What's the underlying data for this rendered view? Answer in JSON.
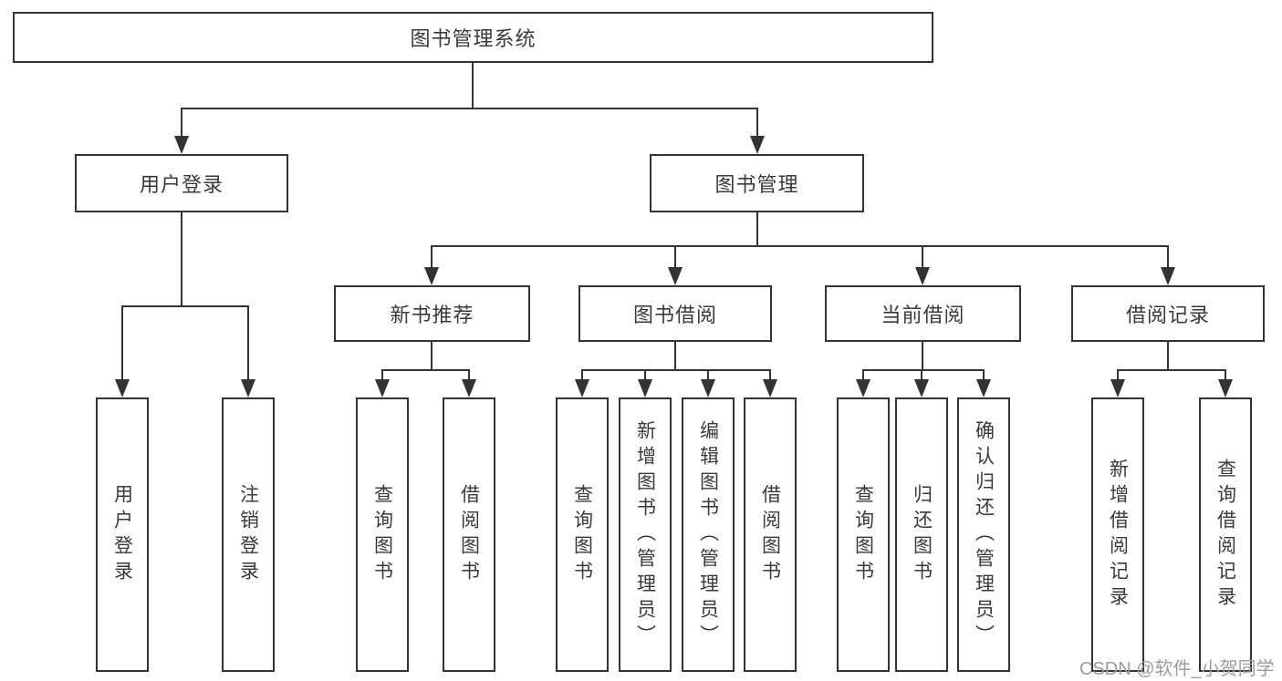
{
  "root": {
    "label": "图书管理系统"
  },
  "level2": {
    "user_login": {
      "label": "用户登录"
    },
    "book_mgmt": {
      "label": "图书管理"
    }
  },
  "level3": {
    "new_books": {
      "label": "新书推荐"
    },
    "borrowing": {
      "label": "图书借阅"
    },
    "current": {
      "label": "当前借阅"
    },
    "records": {
      "label": "借阅记录"
    }
  },
  "leaves": {
    "user_login": [
      "用户登录",
      "注销登录"
    ],
    "new_books": [
      "查询图书",
      "借阅图书"
    ],
    "borrowing": [
      "查询图书",
      "新增图书（管理员）",
      "编辑图书（管理员）",
      "借阅图书"
    ],
    "current": [
      "查询图书",
      "归还图书",
      "确认归还（管理员）"
    ],
    "records": [
      "新增借阅记录",
      "查询借阅记录"
    ]
  },
  "watermark": "CSDN @软件_小贺同学",
  "colors": {
    "line": "#333333",
    "box_bg": "#ffffff",
    "text": "#3a3a3a",
    "watermark_color": "#9c9c9c",
    "background": "#ffffff"
  }
}
